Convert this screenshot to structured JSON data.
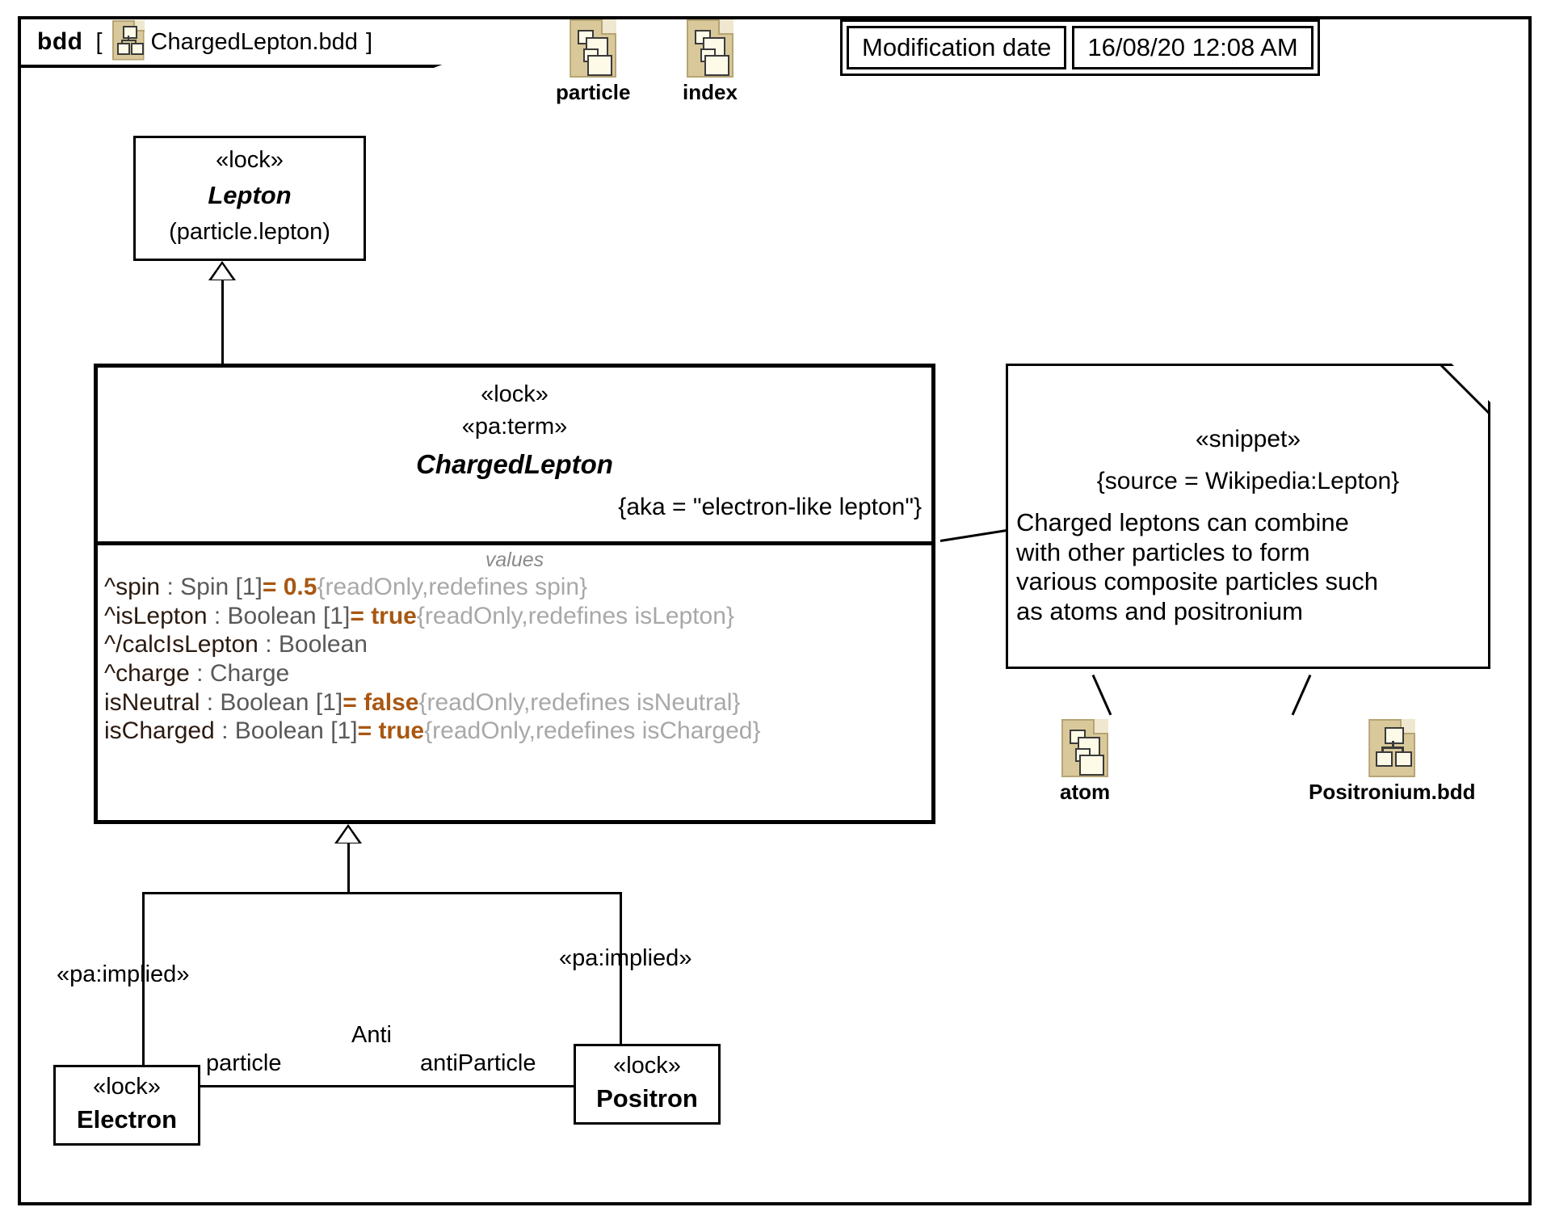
{
  "frame": {
    "keyword": "bdd",
    "bracket_open": "[",
    "diagram_name": "ChargedLepton.bdd",
    "bracket_close": "]",
    "header_icon": "bdd-tree-icon"
  },
  "header_icons": [
    {
      "label": "particle",
      "icon": "package-diagram-icon"
    },
    {
      "label": "index",
      "icon": "package-diagram-icon"
    }
  ],
  "modification": {
    "label": "Modification date",
    "value": "16/08/20 12:08 AM"
  },
  "blocks": {
    "lepton": {
      "stereotype": "«lock»",
      "name": "Lepton",
      "qualified": "(particle.lepton)"
    },
    "charged_lepton": {
      "stereotype1": "«lock»",
      "stereotype2": "«pa:term»",
      "name": "ChargedLepton",
      "aka": "{aka = \"electron-like lepton\"}",
      "compartment_title": "values",
      "values": [
        {
          "name": "^spin",
          "sep": " : ",
          "type": "Spin",
          "mult": " [1]",
          "eq": "= ",
          "value": "0.5",
          "constraint": "{readOnly,redefines spin}"
        },
        {
          "name": "^isLepton",
          "sep": " : ",
          "type": "Boolean",
          "mult": " [1]",
          "eq": "= ",
          "value": "true",
          "constraint": "{readOnly,redefines isLepton}"
        },
        {
          "name": "^/calcIsLepton",
          "sep": " : ",
          "type": "Boolean",
          "mult": "",
          "eq": "",
          "value": "",
          "constraint": ""
        },
        {
          "name": "^charge",
          "sep": " : ",
          "type": "Charge",
          "mult": "",
          "eq": "",
          "value": "",
          "constraint": ""
        },
        {
          "name": "isNeutral",
          "sep": " : ",
          "type": "Boolean",
          "mult": " [1]",
          "eq": "= ",
          "value": "false",
          "constraint": "{readOnly,redefines isNeutral}"
        },
        {
          "name": "isCharged",
          "sep": " : ",
          "type": "Boolean",
          "mult": " [1]",
          "eq": "= ",
          "value": "true",
          "constraint": "{readOnly,redefines isCharged}"
        }
      ]
    },
    "electron": {
      "stereotype": "«lock»",
      "name": "Electron"
    },
    "positron": {
      "stereotype": "«lock»",
      "name": "Positron"
    }
  },
  "note": {
    "stereotype": "«snippet»",
    "source": "{source = Wikipedia:Lepton}",
    "lines": [
      "Charged leptons can combine",
      "with other particles to form",
      "various composite particles such",
      "as atoms and positronium"
    ]
  },
  "note_icons": [
    {
      "label": "atom",
      "icon": "package-diagram-icon"
    },
    {
      "label": "Positronium.bdd",
      "icon": "bdd-tree-icon"
    }
  ],
  "edges": {
    "implied_left": "«pa:implied»",
    "implied_right": "«pa:implied»",
    "association_name": "Anti",
    "end_left": "particle",
    "end_right": "antiParticle"
  },
  "colors": {
    "icon_fill": "#d9c89a",
    "icon_inner": "#fdfbe8",
    "value_literal": "#a85712",
    "constraint_text": "#a8a8a8",
    "type_text": "#595959",
    "line": "#000000"
  }
}
